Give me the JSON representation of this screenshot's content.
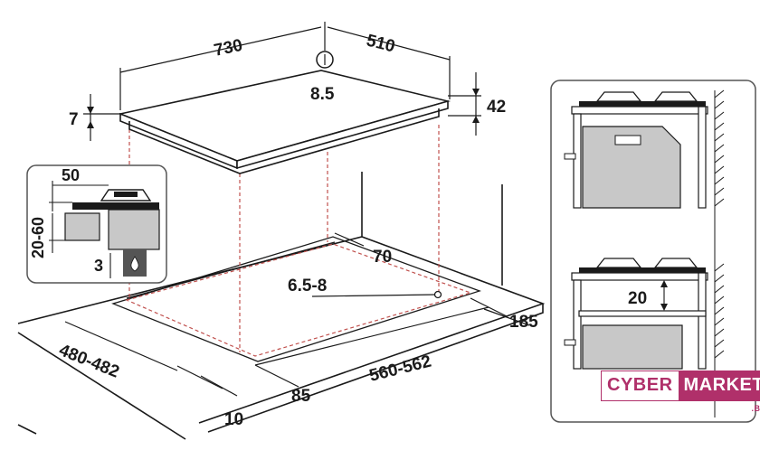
{
  "dimensions": {
    "width": "730",
    "depth": "510",
    "gas_inlet": "8.5",
    "glass_thickness": "7",
    "total_height": "42",
    "cutout_front_gap": "70",
    "fixing": "6.5-8",
    "cutout_depth": "480-482",
    "cutout_width": "560-562",
    "side_clearance": "185",
    "front_edge": "85",
    "wall_gap": "10"
  },
  "detail": {
    "top_clearance": "50",
    "depth_range": "20-60",
    "small_gap": "3",
    "shelf_gap": "20"
  },
  "logo": {
    "left": "CYBER",
    "right": "MARKET",
    "suffix": ".BY"
  },
  "colors": {
    "line": "#1a1a1a",
    "dashed": "#c0504d",
    "panel_border": "#555555",
    "oven_fill": "#c8c8c8",
    "brand": "#b0306a"
  }
}
